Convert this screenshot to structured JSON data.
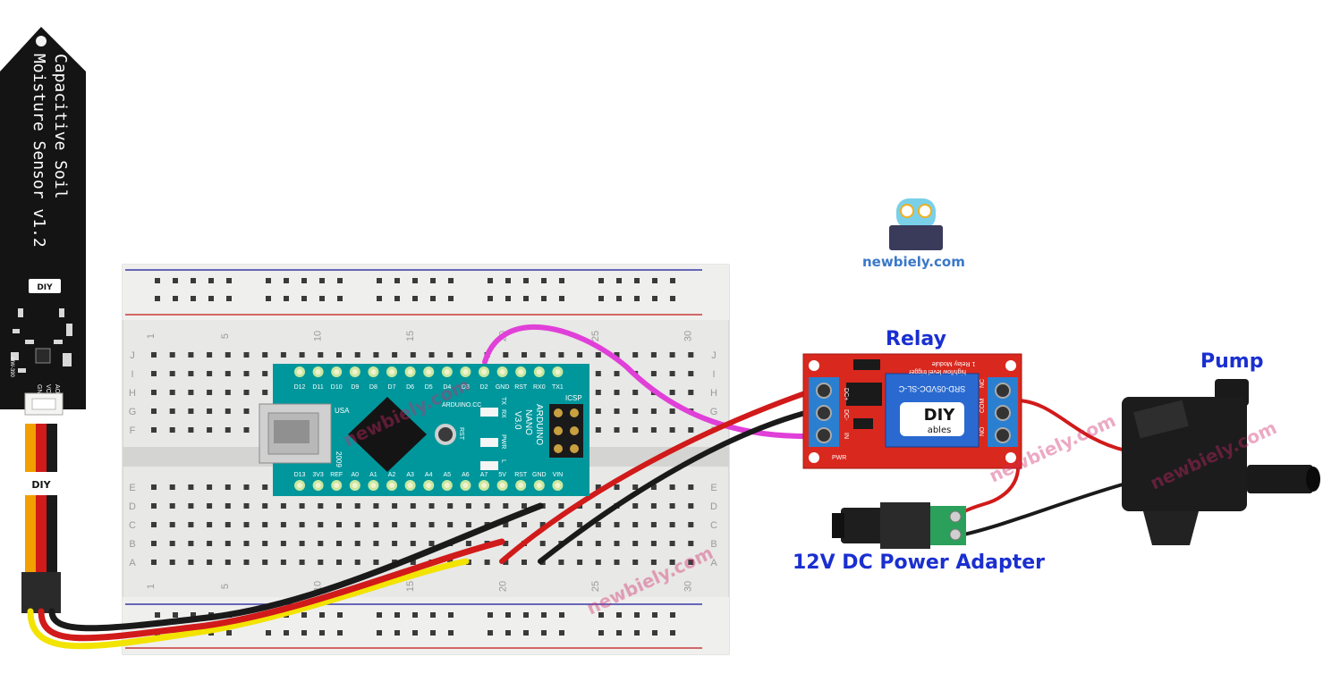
{
  "sensor": {
    "label_line1": "Capacitive Soil",
    "label_line2": "Moisture Sensor v1.2",
    "model": "HW-390",
    "pins": [
      "AOUT",
      "VCC",
      "GND"
    ]
  },
  "breadboard": {
    "col_labels": [
      "1",
      "5",
      "10",
      "15",
      "20",
      "25",
      "30"
    ],
    "row_labels_top": [
      "J",
      "I",
      "H",
      "G",
      "F"
    ],
    "row_labels_bottom": [
      "E",
      "D",
      "C",
      "B",
      "A"
    ]
  },
  "arduino": {
    "name_line1": "ARDUINO",
    "name_line2": "NANO",
    "name_line3": "V3.0",
    "site": "ARDUINO.CC",
    "top_pins": [
      "D12",
      "D11",
      "D10",
      "D9",
      "D8",
      "D7",
      "D6",
      "D5",
      "D4",
      "D3",
      "D2",
      "GND",
      "RST",
      "RX0",
      "TX1"
    ],
    "bottom_pins": [
      "D13",
      "3V3",
      "REF",
      "A0",
      "A1",
      "A2",
      "A3",
      "A4",
      "A5",
      "A6",
      "A7",
      "5V",
      "RST",
      "GND",
      "VIN"
    ],
    "usa": "USA",
    "year": "2009",
    "icsp": "ICSP",
    "leds": [
      "TX",
      "RX",
      "PWR",
      "L"
    ],
    "rst": "RST"
  },
  "relay": {
    "title": "Relay",
    "module_text": "1 Relay Module",
    "trigger_text": "high/low level trigger",
    "relay_model": "SRD-05VDC-SL-C",
    "brand": "DIY",
    "brand_sub": "ables",
    "pins_left": [
      "DC+",
      "DC-",
      "IN"
    ],
    "pins_right": [
      "NC",
      "COM",
      "NO"
    ],
    "pwr": "PWR"
  },
  "pump": {
    "title": "Pump"
  },
  "adapter": {
    "title": "12V DC Power Adapter"
  },
  "logo": {
    "text": "newbiely.com"
  },
  "watermarks": [
    "newbiely.com",
    "newbiely.com",
    "newbiely.com",
    "newbiely.com"
  ],
  "colors": {
    "label_blue": "#1a2fd0",
    "arduino_teal": "#00979c",
    "relay_red": "#d9281e",
    "wire_magenta": "#e040d8",
    "wire_red": "#d11a1a",
    "wire_black": "#1a1a1a",
    "wire_yellow": "#f2e300"
  }
}
